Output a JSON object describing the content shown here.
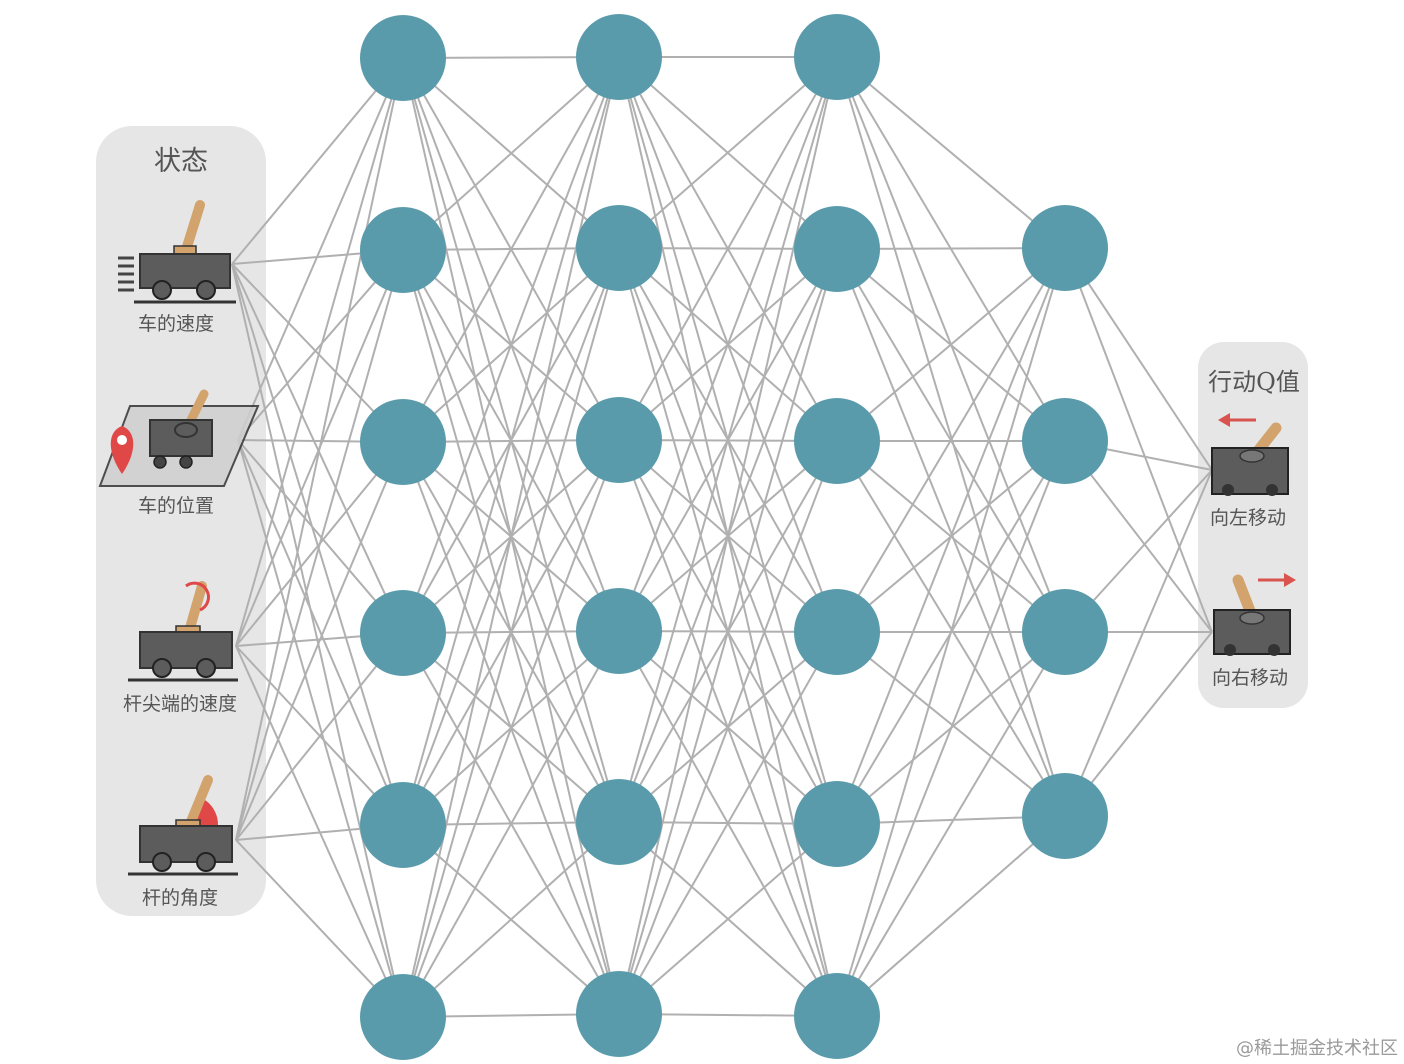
{
  "diagram": {
    "state_panel": {
      "title": "状态",
      "items": [
        {
          "label": "车的速度",
          "icon": "cart-speed-icon"
        },
        {
          "label": "车的位置",
          "icon": "cart-position-icon"
        },
        {
          "label": "杆尖端的速度",
          "icon": "pole-tip-velocity-icon"
        },
        {
          "label": "杆的角度",
          "icon": "pole-angle-icon"
        }
      ]
    },
    "action_panel": {
      "title": "行动Q值",
      "items": [
        {
          "label": "向左移动",
          "icon": "move-left-icon"
        },
        {
          "label": "向右移动",
          "icon": "move-right-icon"
        }
      ]
    },
    "layers": [
      6,
      6,
      6,
      4
    ],
    "colors": {
      "neuron": "#5a9bab",
      "edge": "#b0b0b0",
      "panel": "#e6e6e6",
      "cart": "#5c5c5c",
      "pole": "#d2a36c",
      "accent": "#d9534f"
    },
    "watermark": "@稀土掘金技术社区"
  }
}
